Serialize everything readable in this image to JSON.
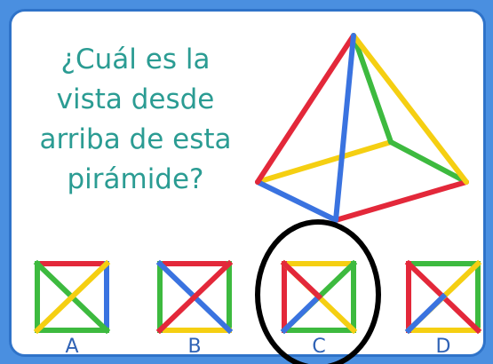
{
  "question": {
    "text": "¿Cuál es la\nvista desde\narriba de esta\npirámide?"
  },
  "options": [
    {
      "label": "A",
      "icon": "square-diagonal-cross-icon"
    },
    {
      "label": "B",
      "icon": "square-diagonal-cross-icon"
    },
    {
      "label": "C",
      "icon": "square-diagonal-cross-icon",
      "circled": true
    },
    {
      "label": "D",
      "icon": "square-diagonal-cross-icon"
    }
  ],
  "colors": {
    "text": "#2b9c93",
    "label": "#2f62b5",
    "border": "#2f73c9",
    "red": "#e3283a",
    "green": "#3dba3f",
    "blue": "#3a73e0",
    "yellow": "#f5cf12",
    "circle": "#000000"
  }
}
